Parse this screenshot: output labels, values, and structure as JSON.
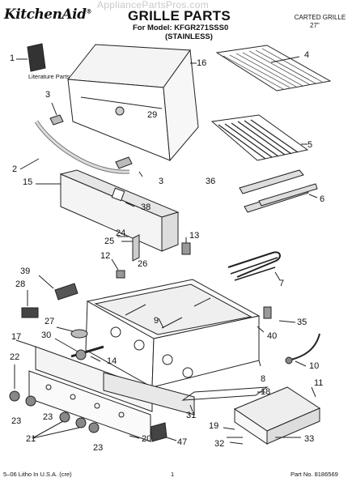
{
  "header": {
    "brand": "KitchenAid",
    "brand_mark": "®",
    "title": "GRILLE PARTS",
    "model_line": "For Model: KFGR271SSS0",
    "variant": "(STAINLESS)",
    "category": "CARTED GRILLE",
    "size": "27\"",
    "watermark": "AppliancePartsPros.com"
  },
  "labels": {
    "literature": "Literature Parts"
  },
  "callouts": {
    "n1": "1",
    "n2": "2",
    "n3a": "3",
    "n3b": "3",
    "n4": "4",
    "n5": "5",
    "n6": "6",
    "n7": "7",
    "n8": "8",
    "n9": "9",
    "n10": "10",
    "n11": "11",
    "n12": "12",
    "n13": "13",
    "n14": "14",
    "n15": "15",
    "n16": "16",
    "n17": "17",
    "n18": "18",
    "n19": "19",
    "n20": "20",
    "n21": "21",
    "n22": "22",
    "n23a": "23",
    "n23b": "23",
    "n23c": "23",
    "n24": "24",
    "n25": "25",
    "n26": "26",
    "n27": "27",
    "n28": "28",
    "n29": "29",
    "n30": "30",
    "n31": "31",
    "n32": "32",
    "n33": "33",
    "n35": "35",
    "n36": "36",
    "n38": "38",
    "n39": "39",
    "n40": "40",
    "n47": "47"
  },
  "footer": {
    "left": "5–06 Litho In U.S.A. (cre)",
    "page": "1",
    "part_no": "Part No. 8186569"
  }
}
